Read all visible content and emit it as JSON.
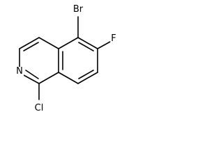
{
  "molecule": {
    "atoms": {
      "br": "Br",
      "f": "F",
      "n": "N",
      "cl": "Cl"
    }
  }
}
